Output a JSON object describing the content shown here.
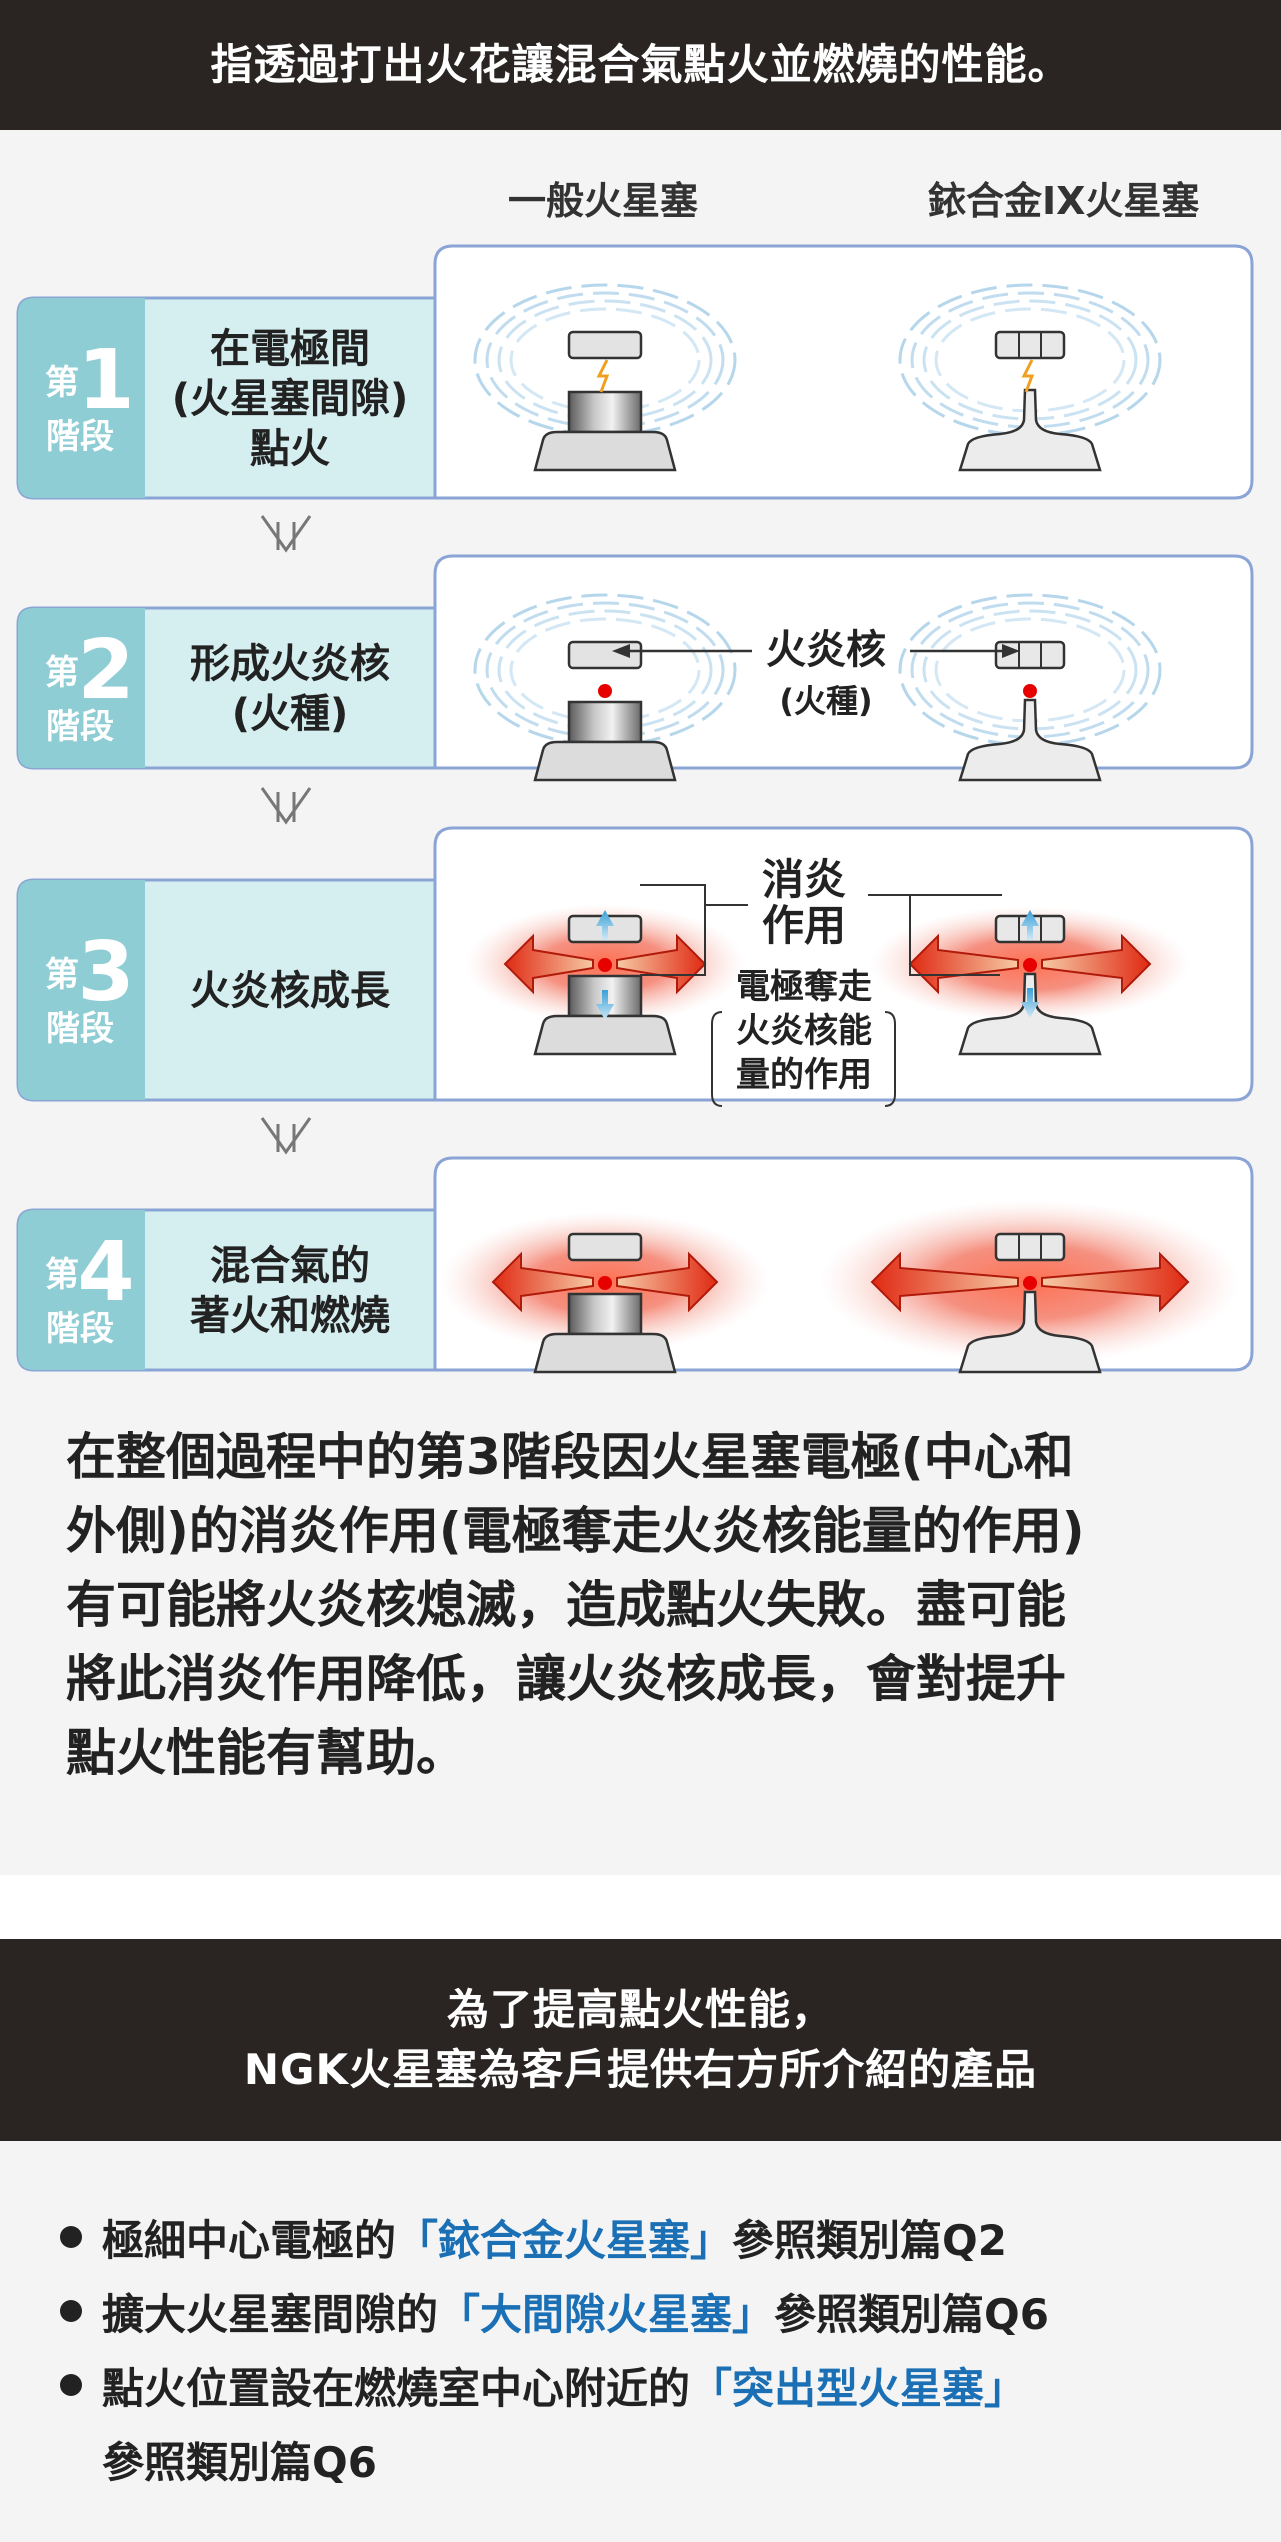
{
  "header": {
    "title": "指透過打出火花讓混合氣點火並燃燒的性能。"
  },
  "columns": {
    "left": "一般火星塞",
    "right": "銥合金IX火星塞"
  },
  "stages": [
    {
      "prefix": "第",
      "num": "1",
      "suffix": "階段",
      "desc": [
        "在電極間",
        "(火星塞間隙)",
        "點火"
      ]
    },
    {
      "prefix": "第",
      "num": "2",
      "suffix": "階段",
      "desc": [
        "形成火炎核",
        "(火種)"
      ]
    },
    {
      "prefix": "第",
      "num": "3",
      "suffix": "階段",
      "desc": [
        "火炎核成長"
      ]
    },
    {
      "prefix": "第",
      "num": "4",
      "suffix": "階段",
      "desc": [
        "混合氣的",
        "著火和燃燒"
      ]
    }
  ],
  "annotations": {
    "flame_core": "火炎核",
    "flame_core_sub": "(火種)",
    "quench_1": "消炎",
    "quench_2": "作用",
    "electrode_1": "電極奪走",
    "electrode_2": "火炎核能",
    "electrode_3": "量的作用"
  },
  "paragraph": [
    "在整個過程中的第3階段因火星塞電極(中心和",
    "外側)的消炎作用(電極奪走火炎核能量的作用)",
    "有可能將火炎核熄滅，造成點火失敗。盡可能",
    "將此消炎作用降低，讓火炎核成長，會對提升",
    "點火性能有幫助。"
  ],
  "section2": {
    "title_1": "為了提高點火性能，",
    "title_2": "NGK火星塞為客戶提供右方所介紹的產品"
  },
  "bullets": [
    {
      "pre": "極細中心電極的",
      "hl": "「銥合金火星塞」",
      "post": "參照類別篇Q2"
    },
    {
      "pre": "擴大火星塞間隙的",
      "hl": "「大間隙火星塞」",
      "post": "參照類別篇Q6"
    },
    {
      "pre": "點火位置設在燃燒室中心附近的",
      "hl": "「突出型火星塞」",
      "post": ""
    }
  ],
  "bullet_3_continuation": "參照類別篇Q6",
  "colors": {
    "header_bg": "#2a2523",
    "stage_dark": "#8fcdd5",
    "stage_light": "#d5eff1",
    "panel_border": "#8aa4d6",
    "flame_red": "#e03020",
    "link_blue": "#1a6fb5",
    "swirl_blue": "#a8cfe8"
  }
}
